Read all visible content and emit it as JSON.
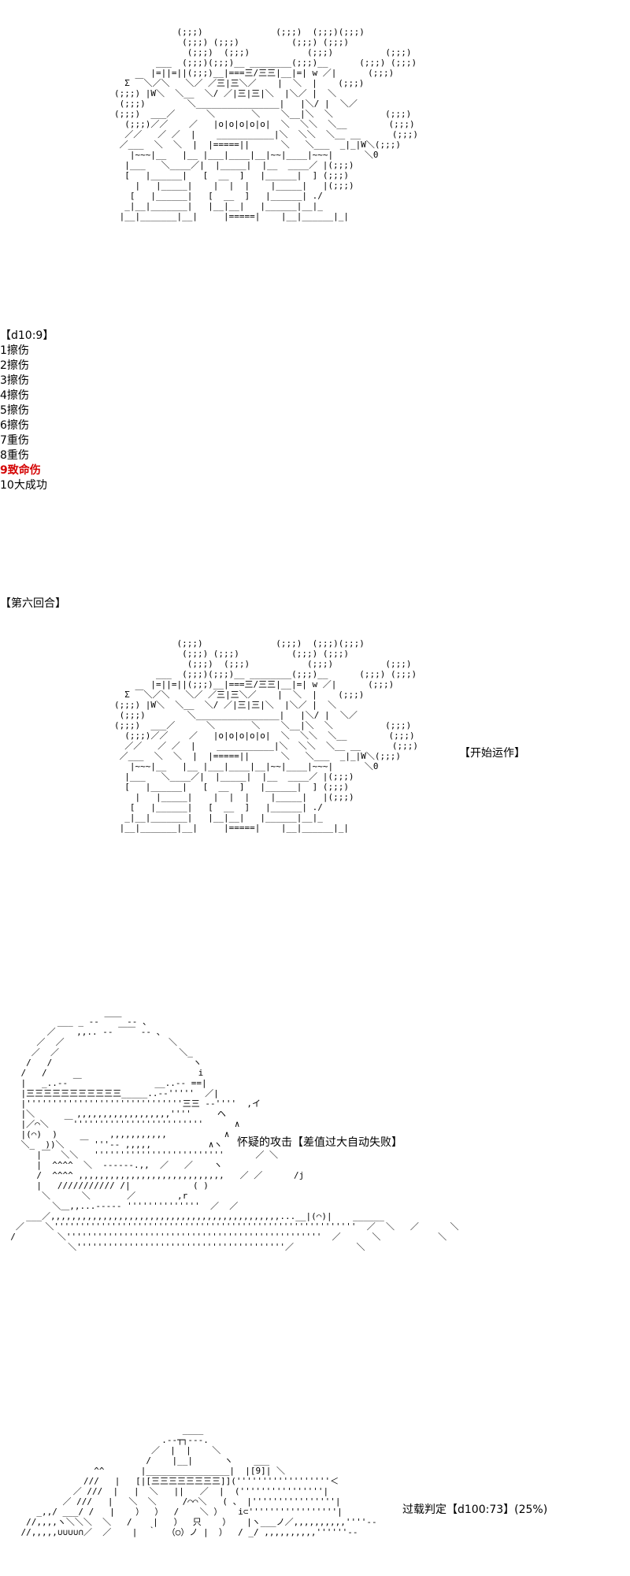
{
  "art": {
    "robot_1": "                    (;;;)              (;;;)  (;;;)(;;;)\n                     (;;;) (;;;)          (;;;) (;;;)\n                      (;;;)  (;;;)           (;;;)          (;;;)\n                ___  (;;;)(;;;)__ ________(;;;)__      (;;;) (;;;)\n               |=||=||(;;;)__|===三/三三|__|=| w ／|      (;;;)\n          Σ ￣＼／＼   ＼／ ／三|三＼／    |  ＼  |    (;;;)\n        (;;;) |W＼  ＼__  ＼/ ／|三|三|＼  |＼／ |  ＼\n         (;;;)        ＼________________|   |＼/ |  ＼／\n        (;;;)  ___／      ＼       ＼    ＼__|＼  ＼          (;;;)\n          (;;;)／／    ／   |o|o|o|o|o|  ＼  ＼＼  ＼__        (;;;)\n          ／／   ／ ／  |    ___________|＼  ＼＼  ＼__ __      (;;;)\n         ／___  ＼  ＼  |  |=====||      ＼   ＼___  _|_|W＼(;;;)\n           |~~~|__   |__ |___|____|__|~~|____|~~~|      ＼0\n          |___   ＼____／|  |_____|  |__  ____／ |(;;;)\n          [   |______|   [  __  ]   |______|  ] (;;;)\n            |   |_____|    |  |  |    |_____|   |(;;;)\n           [   |______|   [  __  ]   |______| ./\n          _|__|_______|   |__|__|   |______|__|_\n         |__|_______|__|     |=====|    |__|______|_|",
    "robot_2": "                    (;;;)              (;;;)  (;;;)(;;;)\n                     (;;;) (;;;)          (;;;) (;;;)\n                      (;;;)  (;;;)           (;;;)          (;;;)\n                ___  (;;;)(;;;)__ ________(;;;)__      (;;;) (;;;)\n               |=||=||(;;;)__|===三/三三|__|=| w ／|      (;;;)\n          Σ ￣＼／＼   ＼／ ／三|三＼／    |  ＼  |    (;;;)\n        (;;;) |W＼  ＼__  ＼/ ／|三|三|＼  |＼／ |  ＼\n         (;;;)        ＼________________|   |＼/ |  ＼／\n        (;;;)  ___／      ＼       ＼    ＼__|＼  ＼          (;;;)\n          (;;;)／／    ／   |o|o|o|o|o|  ＼  ＼＼  ＼__        (;;;)\n          ／／   ／ ／  |    ___________|＼  ＼＼  ＼__ __      (;;;)\n         ／___  ＼  ＼  |  |=====||      ＼   ＼___  _|_|W＼(;;;)\n           |~~~|__   |__ |___|____|__|~~|____|~~~|      ＼0\n          |___   ＼____／|  |_____|  |__  ____／ |(;;;)\n          [   |______|   [  __  ]   |______|  ] (;;;)\n            |   |_____|    |  |  |    |_____|   |(;;;)\n           [   |______|   [  __  ]   |______| ./\n          _|__|_______|   |__|__|   |______|__|_\n         |__|_______|__|     |=====|    |__|______|_|",
    "face": "           ___ _ -‐ ￣￣ -‐ 、\n         ／    ,,.. -‐ ￣￣ -‐ 、\n       ／  ／                    ＼\n      ／  ／                       ＼_\n     /   /                           ヽ\n    /   /                             i\n    |   _..-‐ ￣              __..-‐ ==|\n    |三三三三三三三三三三三_____..-‐'''''  ／|\n    |''''''''''''''''''''''''''''''三三 --''''  ,イ\n    |＼        ,,,,,,,,,,,,,,,,,,''''     ヘ\n    |／⌒＼   ￣'''''''''''''''''''''''''      ∧\n    |(⌒)  )          ,,,,,,,,,,,           ∧\n    ＼_  ))＼   ￣ '''-‐ ,,,,,           ∧ヽ\n       |￣  ＼＼   '''''''''''''''''''''''''      ／ ＼\n       |  ^^^^  ＼  ‐-----.,,  ／   ／    ヽ\n       /  ^^^^ ,,,,,,,,,,,,,,,,,,,,,,,,,,,,   ／ ／      /j\n       |   /////////// /|            ( )\n        ＼      ＼       ／        ,r\n          ＼＿,,...---‐‐ ''''''''''''''  ／  ／\n     ___／,,,,,,,,,,,,,,,,,,,,,,,,,,,,,,,,,,,,,,,,,,,,...__|(⌒)|    ______\n   ／    ＼''''''''''''''''''''''''''''''''''''''''''''''''''''''''''  ／  ＼   ／      ＼\n  /        ＼'''''''''''''''''''''''''''''''''''''''''''''''''  ／      ＼           ＼\n             ＼''''''''''''''''''''''''''''''''''''''''／            ＼",
    "shield_bot": "                                   ____\n                               .--┬┐---.\n                             ／  |  |    ＼\n                            /    |__|      ヽ    ___\n                  ^^       |________________|  |[9]| ＼\n                ///   |   [|[三三三三三三三三]](''''''''''''''''''＜\n              ／ ///  |   |  ＼   ||   ／  |  (''''''''''''''''|\n            ／ ///   |   ＼  ＼     /⌒⌒＼   ( 、 |''''''''''''''''|\n       _,,/ ___/ /   |    ）  ）  /    ＼ ）   i⊂'''''''''''''''''|\n     //,,,,ヽ＼＼＼  ＼   /    |   ）  只    ）   |ヽ___ノ／,,,,,,,,,,''''--\n    //,,,,,∪∪∪∪∩／  ／    |  ｀  （○）ノ |  ）  / _/ ,,,,,,,,,,''''''--"
  },
  "dice": {
    "header": "【d10:9】",
    "items": [
      "1擦伤",
      "2擦伤",
      "3擦伤",
      "4擦伤",
      "5擦伤",
      "6擦伤",
      "7重伤",
      "8重伤",
      "9致命伤",
      "10大成功"
    ],
    "hit_index": 8,
    "hit_color": "#d40000"
  },
  "round_header": "【第六回合】",
  "captions": {
    "start_operation": "【开始运作】",
    "suspicious_attack": "怀疑的攻击【差值过大自动失败】",
    "overload": "过载判定【d100:73】(25%)"
  }
}
